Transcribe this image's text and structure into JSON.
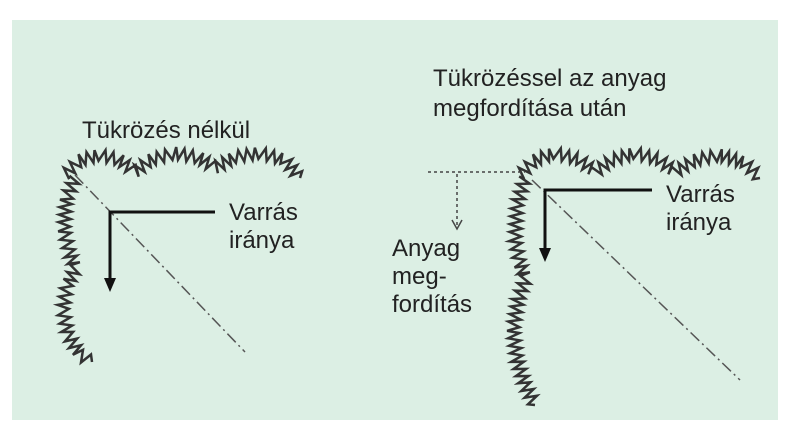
{
  "left_panel": {
    "title": "Tükrözés nélkül",
    "direction_label_line1": "Varrás",
    "direction_label_line2": "iránya"
  },
  "right_panel": {
    "title_line1": "Tükrözéssel az anyag",
    "title_line2": "megfordítása után",
    "direction_label_line1": "Varrás",
    "direction_label_line2": "iránya",
    "flip_label_line1": "Anyag",
    "flip_label_line2": "meg-",
    "flip_label_line3": "fordítás"
  },
  "colors": {
    "background": "#dcefe4",
    "ink": "#222222"
  }
}
